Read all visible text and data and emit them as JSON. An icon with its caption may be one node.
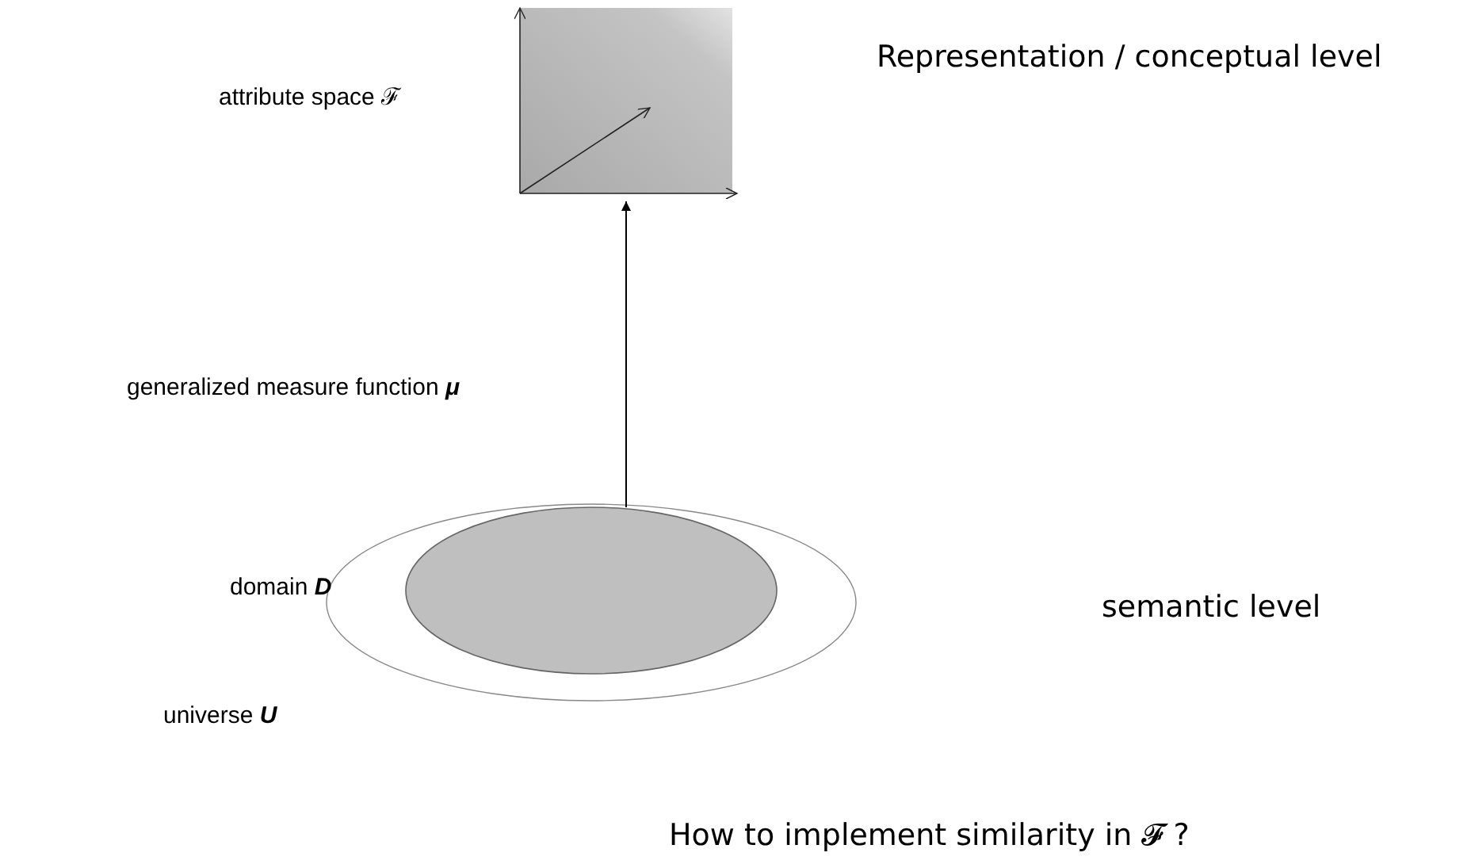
{
  "diagram": {
    "nodes": [
      {
        "text": [],
        "shape": "picture"
      },
      {
        "text": [],
        "shape": "ellipse"
      },
      {
        "text": [],
        "shape": "ellipse",
        "in": 1
      }
    ],
    "edges": [
      {
        "from": 2,
        "to": 0,
        "arrow": "to"
      }
    ],
    "labels": [
      "Representation / conceptual level",
      "attribute space ℱ",
      "generalized measure function **μ**",
      "domain **D**",
      "semantic level",
      "universe **U**",
      "How to implement similarity in 𝓕 ?"
    ]
  }
}
